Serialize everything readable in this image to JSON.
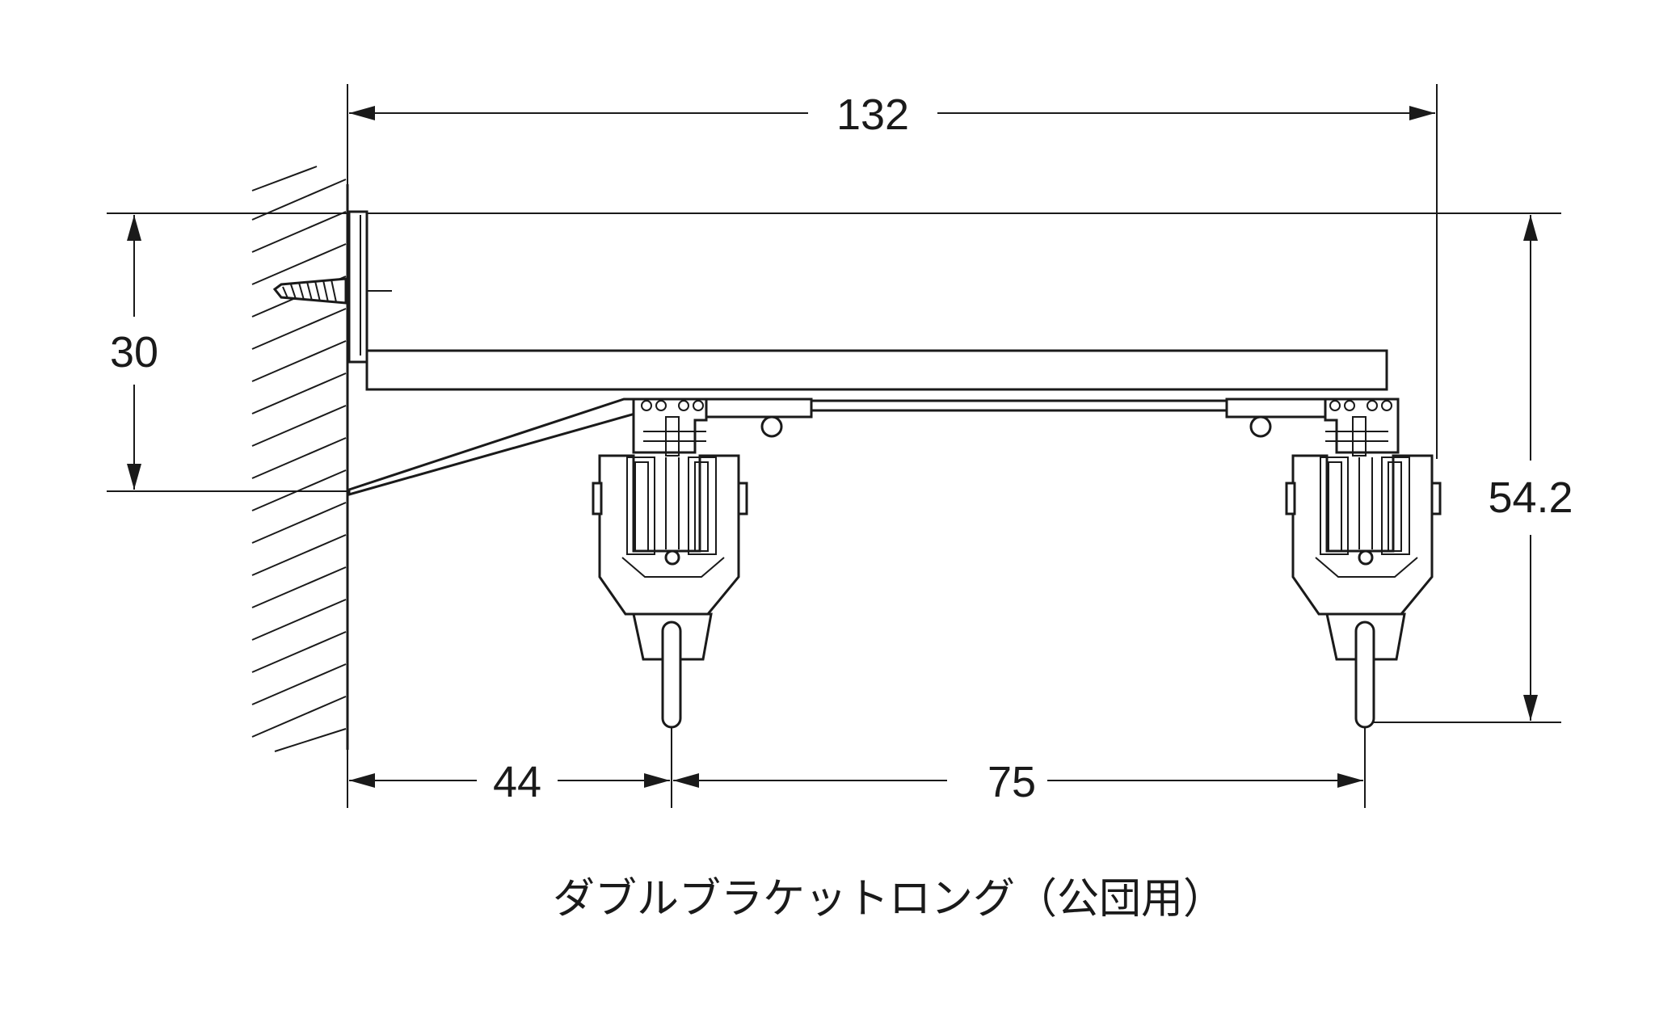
{
  "diagram": {
    "dimensions": {
      "overall_width": "132",
      "bracket_height": "30",
      "total_height": "54.2",
      "wall_to_first_runner": "44",
      "runner_spacing": "75"
    },
    "caption": "ダブルブラケットロング（公団用）"
  }
}
